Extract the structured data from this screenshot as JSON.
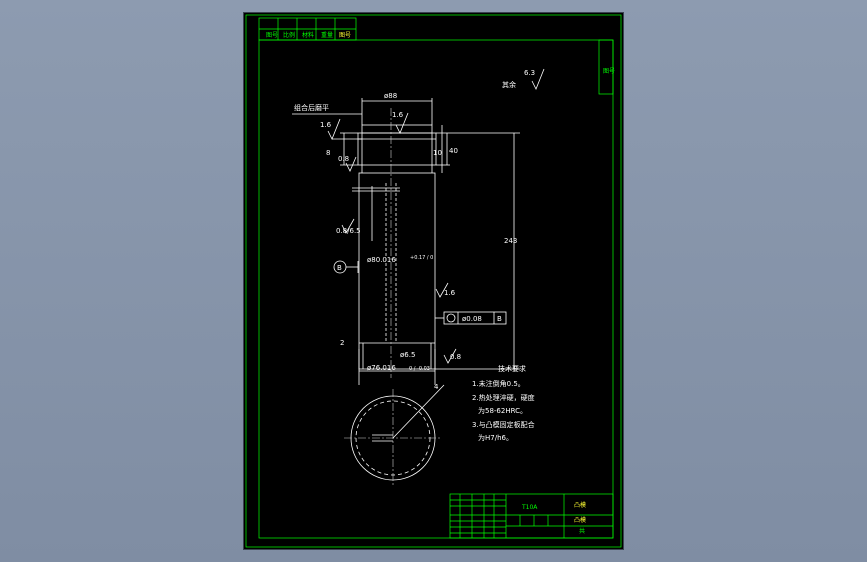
{
  "drawing": {
    "roughness_other_label": "其余",
    "roughness_other_value": "6.3",
    "note_top_flat": "组合后磨平",
    "dim_top_dia": "ø88",
    "rough_top_face": "1.6",
    "rough_left_top": "1.6",
    "dim_flange_h": "8",
    "dim_flange_h2": "10",
    "dim_top_h": "40",
    "rough_flange_side": "0.8",
    "dim_total_len": "243",
    "rough_hole_label": "0.8/6.5",
    "dim_shaft_dia": "ø80.016",
    "dim_shaft_tol": "+0.17 / 0",
    "datum_label": "B",
    "rough_right_shaft": "1.6",
    "tol_frame_value": "ø0.08",
    "tol_frame_datum": "B",
    "dim_small_hole": "ø6.5",
    "rough_bottom": "0.8",
    "dim_bottom_dia": "ø76.016",
    "dim_bottom_tol": "0 / -0.03",
    "dim_chamfer": "2",
    "dim_section": "4"
  },
  "requirements": {
    "title": "技术要求",
    "items": [
      "1.未注倒角0.5。",
      "2.热处理淬硬，硬度",
      "为58-62HRC。",
      "3.与凸模固定板配合",
      "为H7/h6。"
    ]
  },
  "title_block": {
    "material": "T10A",
    "part_name": "凸模",
    "company": "凸模",
    "sheet": "共"
  },
  "border_strips": {
    "top_cells": [
      "图号",
      "比例",
      "材料",
      "重量",
      "图号"
    ],
    "side_label": "图号"
  },
  "colors": {
    "background": "#8593a8",
    "sheet": "#000000",
    "lines": "#ffffff",
    "frame": "#00ff00",
    "text_accent": "#ffff33"
  }
}
